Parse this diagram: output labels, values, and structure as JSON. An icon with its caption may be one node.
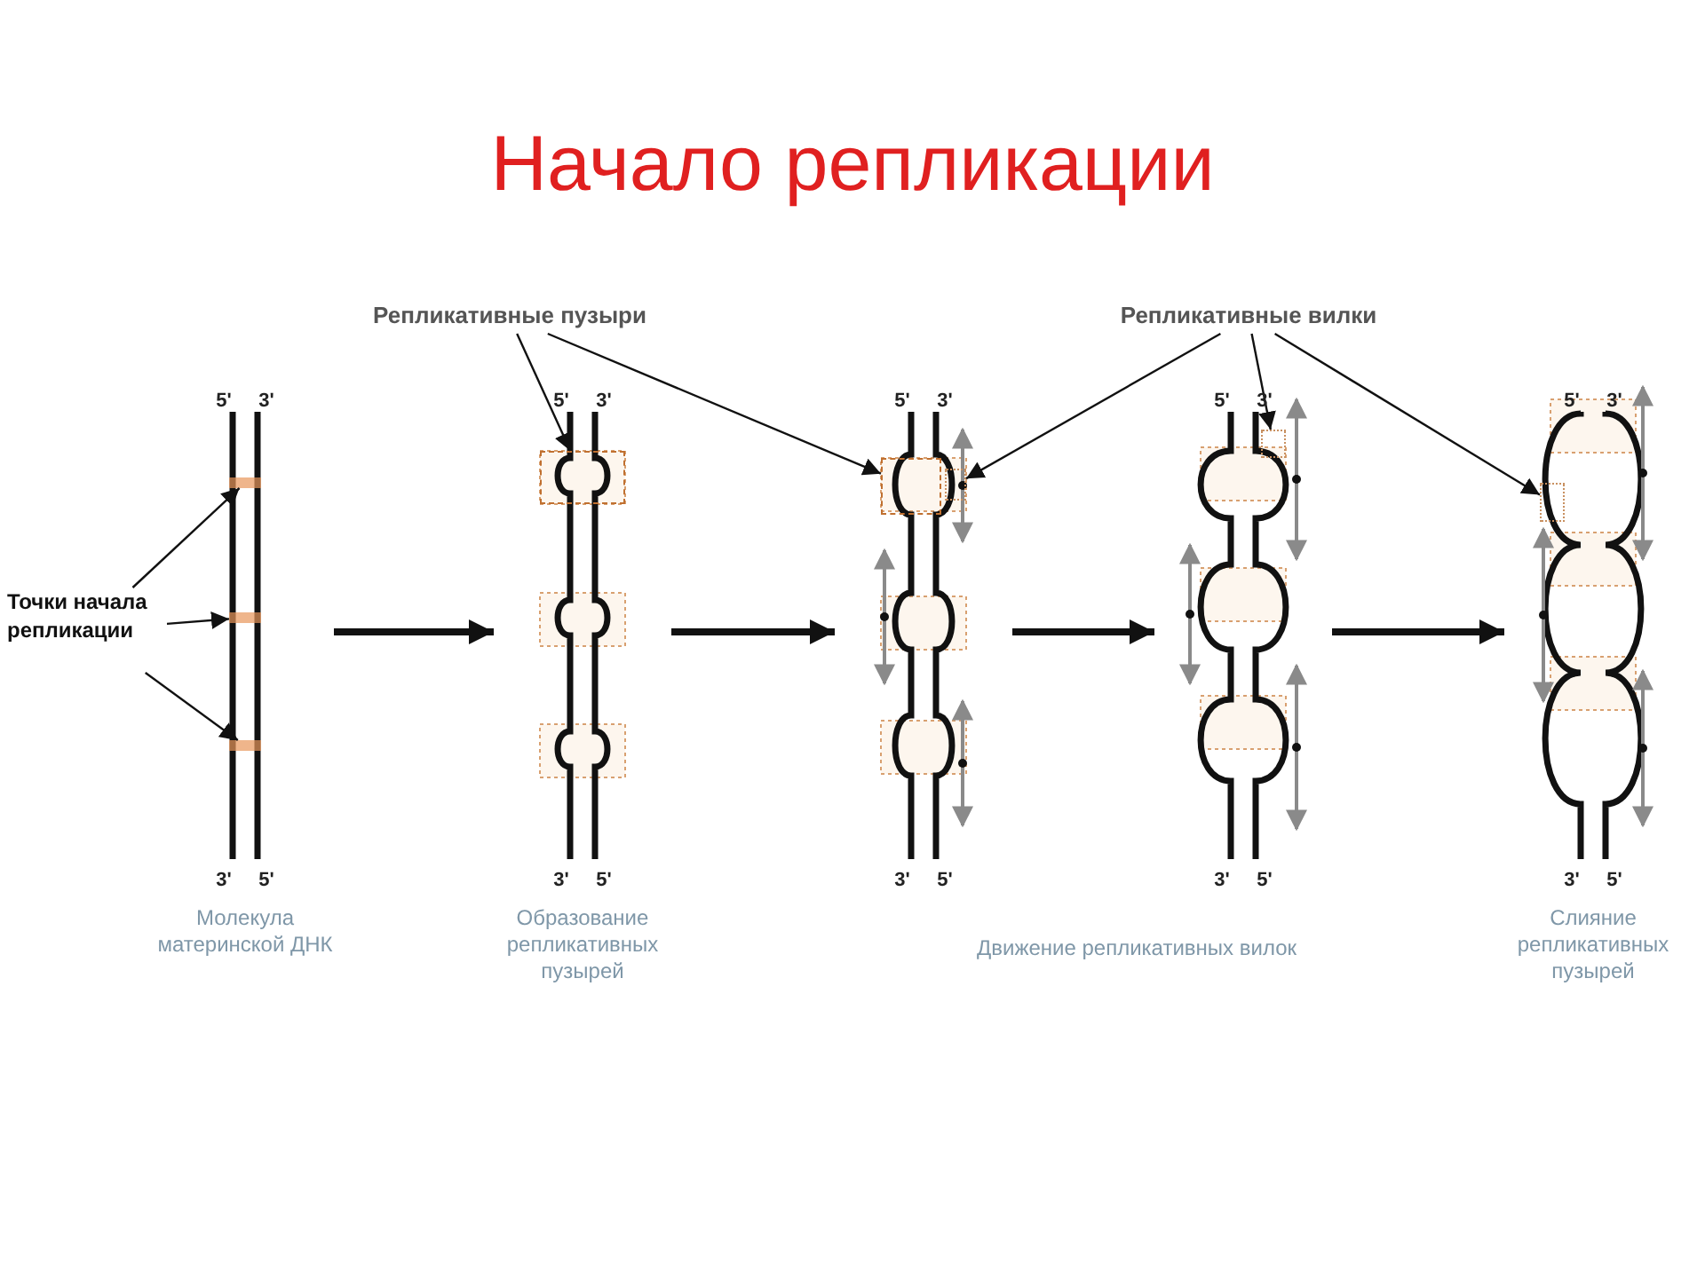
{
  "diagram": {
    "title": "Начало репликации",
    "nodes": [
      {
        "text": [
          "Репликативные пузыри"
        ]
      },
      {
        "text": [
          "Репликативные вилки"
        ]
      },
      {
        "text": [
          "Точки начала репликации"
        ]
      },
      {
        "text": [],
        "shape": "picture",
        "beside": [
          "5'",
          "3'",
          "3'",
          "5'",
          "Молекула материнской ДНК"
        ]
      },
      {
        "text": [],
        "shape": "box",
        "in": 3
      },
      {
        "text": [],
        "shape": "box",
        "in": 3
      },
      {
        "text": [],
        "shape": "box",
        "in": 3
      },
      {
        "text": [],
        "shape": "picture",
        "beside": [
          "5'",
          "3'",
          "3'",
          "5'",
          "Образование репликативных пузырей"
        ]
      },
      {
        "text": [],
        "shape": "box",
        "in": 7
      },
      {
        "text": [],
        "shape": "picture",
        "beside": [
          "5'",
          "3'",
          "3'",
          "5'"
        ]
      },
      {
        "text": [],
        "shape": "box",
        "in": 9
      },
      {
        "text": [],
        "shape": "box",
        "in": 9
      },
      {
        "text": [],
        "shape": "picture",
        "beside": [
          "5'",
          "3'",
          "3'",
          "5'"
        ]
      },
      {
        "text": [],
        "shape": "box",
        "in": 12
      },
      {
        "text": [],
        "shape": "picture",
        "beside": [
          "5'",
          "3'",
          "3'",
          "5'",
          "Слияние репликативных пузырей"
        ]
      },
      {
        "text": [],
        "shape": "box",
        "in": 14
      }
    ],
    "edges": [
      {
        "from": 2,
        "to": 4,
        "arrow": "to"
      },
      {
        "from": 2,
        "to": 5,
        "arrow": "to"
      },
      {
        "from": 2,
        "to": 6,
        "arrow": "to"
      },
      {
        "from": 0,
        "to": 8,
        "arrow": "to"
      },
      {
        "from": 0,
        "to": 10,
        "arrow": "to"
      },
      {
        "from": 1,
        "to": 11,
        "arrow": "to"
      },
      {
        "from": 1,
        "to": 13,
        "arrow": "to"
      },
      {
        "from": 1,
        "to": 15,
        "arrow": "to"
      },
      {
        "from": 3,
        "to": 7,
        "arrow": "to",
        "style": "thick"
      },
      {
        "from": 7,
        "to": 9,
        "arrow": "to",
        "style": "thick"
      },
      {
        "from": 9,
        "to": 12,
        "arrow": "to",
        "style": "thick"
      },
      {
        "from": 12,
        "to": 14,
        "arrow": "to",
        "style": "thick"
      }
    ],
    "labels": [
      "Движение репликативных вилок"
    ]
  }
}
